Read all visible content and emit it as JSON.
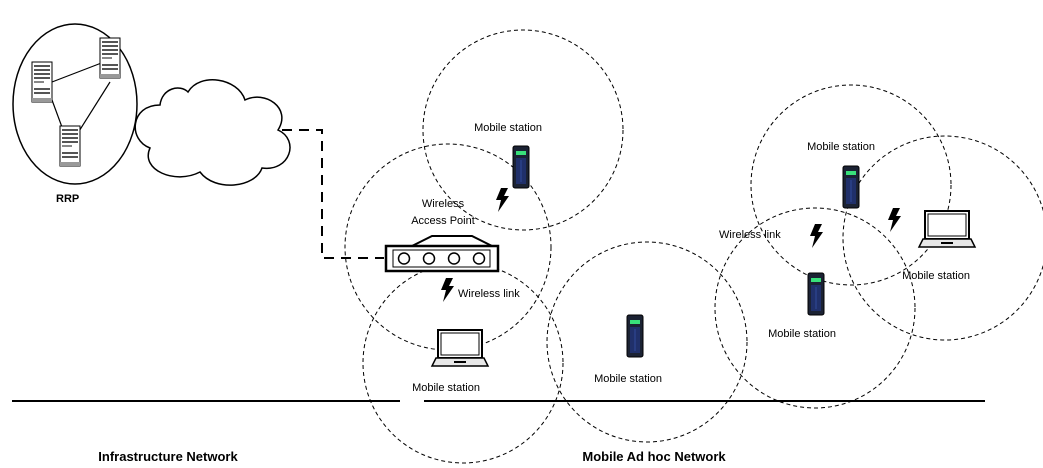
{
  "labels": {
    "rrp": "RRP",
    "wap_line1": "Wireless",
    "wap_line2": "Access Point",
    "wireless_link": "Wireless link",
    "mobile_station": "Mobile station",
    "infrastructure_network": "Infrastructure Network",
    "adhoc_network": "Mobile Ad hoc Network"
  },
  "colors": {
    "line": "#000000",
    "screen": "#39e07a",
    "device_dark": "#1b2233",
    "device_blue": "#20306a"
  },
  "icons": [
    "server-icon",
    "cloud-icon",
    "access-point-icon",
    "mobile-device-icon",
    "laptop-icon",
    "lightning-bolt-icon"
  ]
}
